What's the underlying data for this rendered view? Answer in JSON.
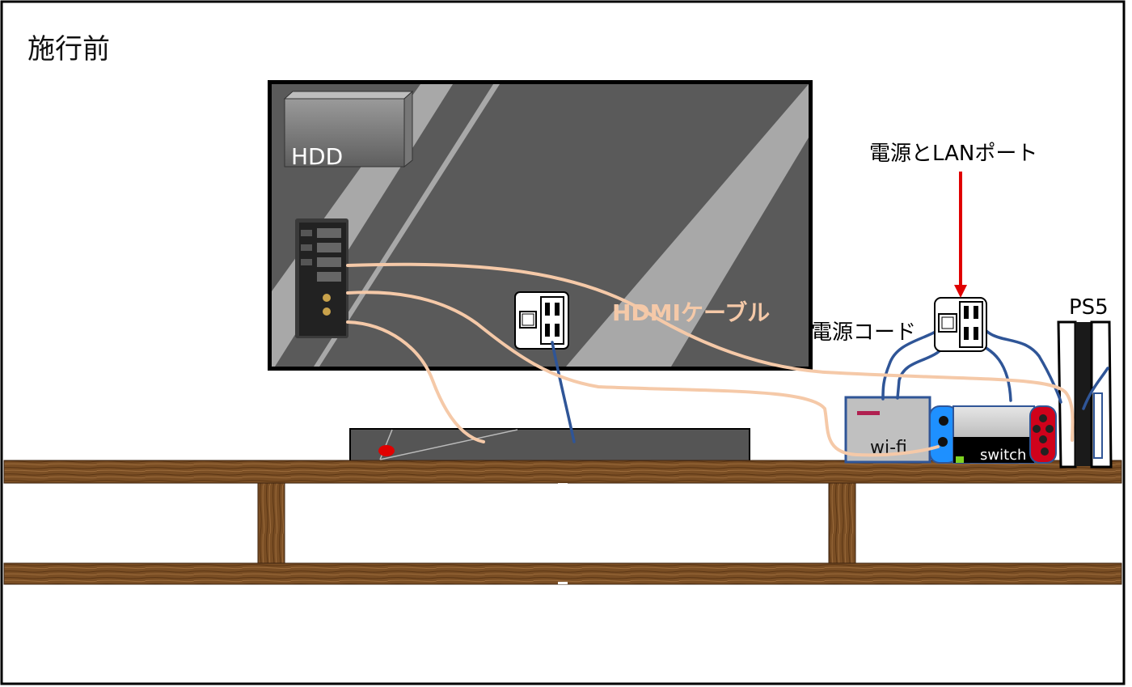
{
  "title": "施行前",
  "labels": {
    "hdd": "HDD",
    "hdmi_cable": "HDMIケーブル",
    "power_lan_port": "電源とLANポート",
    "power_cord": "電源コード",
    "ps5": "PS5",
    "wifi": "wi-fi",
    "switch": "switch"
  },
  "colors": {
    "hdmi_cable": "#f5c9a8",
    "power_cord": "#2f5597",
    "arrow": "#e00000",
    "wood": "#7a4e24",
    "tv_screen": "#5a5a5a",
    "joycon_left": "#1e90ff",
    "joycon_right": "#d0021b"
  },
  "icons": {
    "outlet": "outlet-icon",
    "arrow": "arrow-down-icon"
  }
}
